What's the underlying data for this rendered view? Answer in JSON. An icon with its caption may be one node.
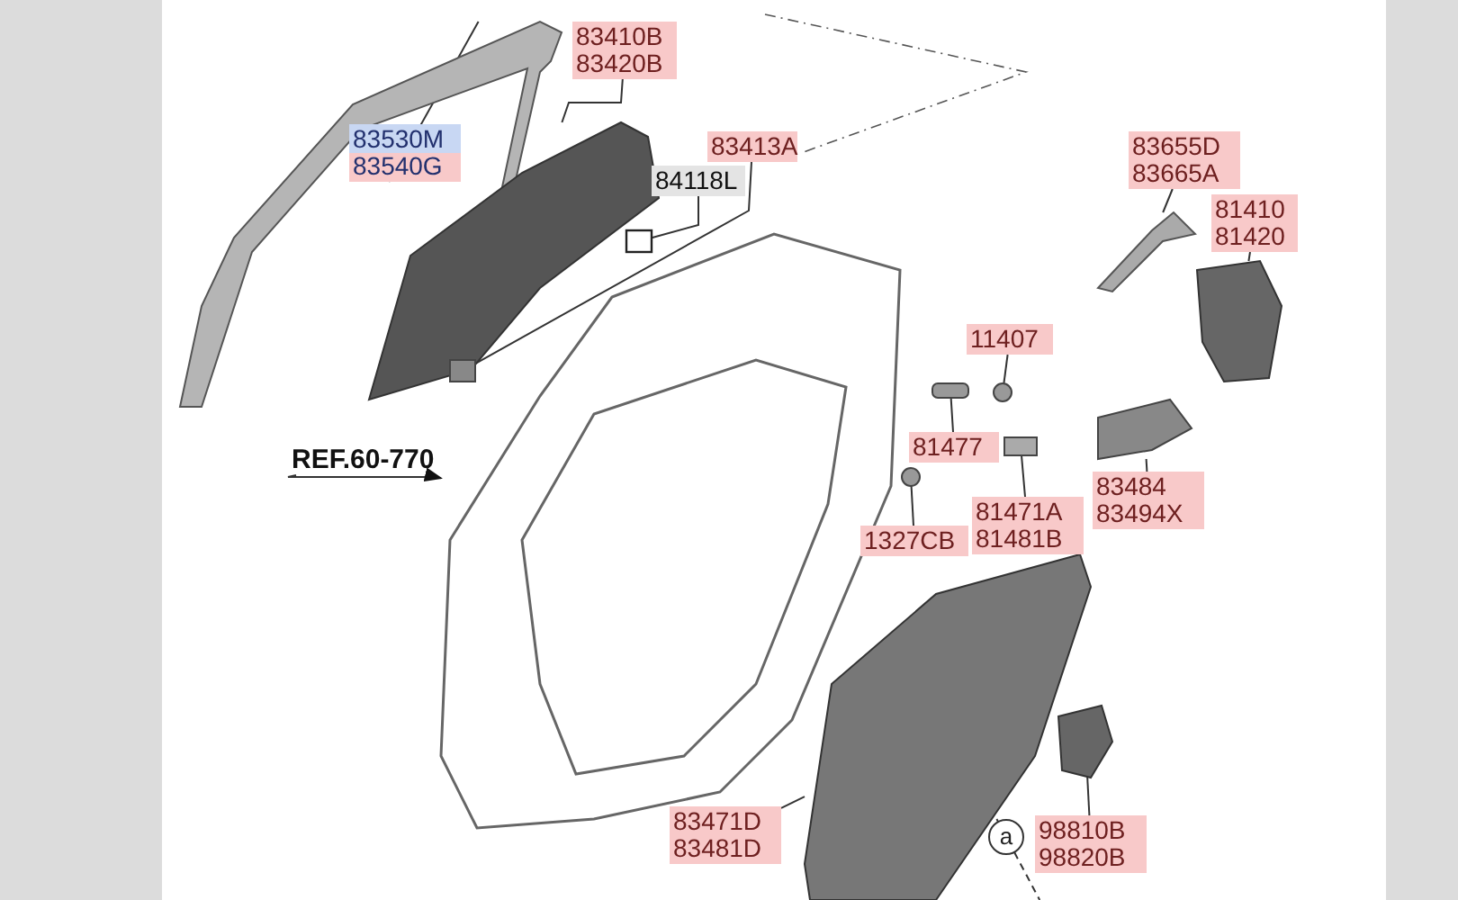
{
  "diagram": {
    "nodes": [
      {
        "text": [
          "83410B 83420B"
        ]
      },
      {
        "text": [
          "83530M 83540G"
        ]
      },
      {
        "text": [
          "83413A"
        ]
      },
      {
        "text": [
          "84118L"
        ]
      },
      {
        "text": [
          "83655D 83665A"
        ]
      },
      {
        "text": [
          "81410 81420"
        ]
      },
      {
        "text": [
          "11407"
        ]
      },
      {
        "text": [
          "REF.60-770"
        ]
      },
      {
        "text": [
          "81477"
        ]
      },
      {
        "text": [
          "81471A 81481B"
        ]
      },
      {
        "text": [
          "83484 83494X"
        ]
      },
      {
        "text": [
          "1327CB"
        ]
      },
      {
        "text": [
          "83471D 83481D"
        ]
      },
      {
        "text": [
          "98810B 98820B"
        ]
      },
      {
        "text": [
          "a"
        ]
      },
      {
        "text": [],
        "shape": "picture"
      },
      {
        "text": [],
        "shape": "picture"
      },
      {
        "text": [],
        "shape": "box"
      },
      {
        "text": [],
        "shape": "box"
      },
      {
        "text": [],
        "shape": "picture"
      },
      {
        "text": [],
        "shape": "picture"
      },
      {
        "text": [],
        "shape": "picture"
      },
      {
        "text": [],
        "shape": "circle"
      },
      {
        "text": [],
        "shape": "box"
      },
      {
        "text": [],
        "shape": "box"
      },
      {
        "text": [],
        "shape": "picture"
      },
      {
        "text": [],
        "shape": "circle"
      },
      {
        "text": [],
        "shape": "picture"
      },
      {
        "text": [],
        "shape": "picture"
      }
    ],
    "edges": [
      {
        "from": 0,
        "to": 16,
        "arrow": "none"
      },
      {
        "from": 1,
        "to": 15,
        "arrow": "none"
      },
      {
        "from": 2,
        "to": 17,
        "arrow": "none"
      },
      {
        "from": 3,
        "to": 18,
        "arrow": "none"
      },
      {
        "from": 4,
        "to": 21,
        "arrow": "none"
      },
      {
        "from": 5,
        "to": 20,
        "arrow": "none"
      },
      {
        "from": 6,
        "to": 22,
        "arrow": "none"
      },
      {
        "from": 7,
        "to": 19,
        "arrow": "to"
      },
      {
        "from": 8,
        "to": 23,
        "arrow": "none"
      },
      {
        "from": 9,
        "to": 24,
        "arrow": "none"
      },
      {
        "from": 10,
        "to": 25,
        "arrow": "none"
      },
      {
        "from": 11,
        "to": 26,
        "arrow": "none"
      },
      {
        "from": 12,
        "to": 27,
        "arrow": "none"
      },
      {
        "from": 13,
        "to": 28,
        "arrow": "none"
      },
      {
        "from": 14,
        "to": 27,
        "arrow": "none",
        "style": "dashed"
      }
    ]
  }
}
